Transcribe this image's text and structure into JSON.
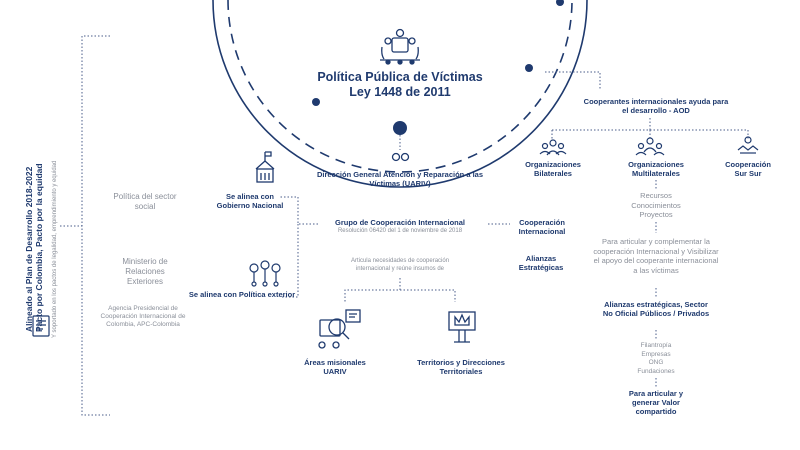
{
  "side": {
    "line1": "Alineado al Plan de Desarrollo 2018-2022",
    "line2": "Pacto por Colombia, Pacto por la equidad",
    "line3": "Y soportado en los pactos de legalidad, emprendimiento y equidad"
  },
  "center": {
    "title1": "Política Pública de Víctimas",
    "title2": "Ley 1448 de 2011"
  },
  "left": {
    "policy_social": "Política del sector social",
    "ministry": "Ministerio de Relaciones Exteriores",
    "agency": "Agencia Presidencial de Cooperación Internacional de Colombia, APC-Colombia",
    "align_gov": "Se alinea con Gobierno Nacional",
    "align_foreign": "Se alinea con Política exterior"
  },
  "mid": {
    "direccion": "Dirección General Atención y Reparación a las Víctimas (UARIV)",
    "grupo": "Grupo de Cooperación Internacional",
    "resolucion": "Resolución 06420 del 1 de noviembre de 2018",
    "articula": "Articula necesidades de cooperación internacional y reúne insumos de",
    "cooperacion": "Cooperación Internacional",
    "alianzas": "Alianzas Estratégicas",
    "areas": "Áreas misionales UARIV",
    "territorios": "Territorios y Direcciones Territoriales"
  },
  "right": {
    "cooperantes": "Cooperantes internacionales ayuda para el desarrollo - AOD",
    "bilaterales": "Organizaciones Bilaterales",
    "multilaterales": "Organizaciones Multilaterales",
    "sursur": "Cooperación Sur Sur",
    "recursos": [
      "Recursos",
      "Conocimientos",
      "Proyectos"
    ],
    "articular": "Para articular y complementar la cooperación Internacional y Visibilizar el apoyo del cooperante internacional a las víctimas",
    "alianzas_sector": "Alianzas estratégicas, Sector No Oficial Públicos / Privados",
    "entidades": [
      "Filantropía",
      "Empresas",
      "ONG",
      "Fundaciones"
    ],
    "valor": "Para articular y generar Valor compartido"
  }
}
